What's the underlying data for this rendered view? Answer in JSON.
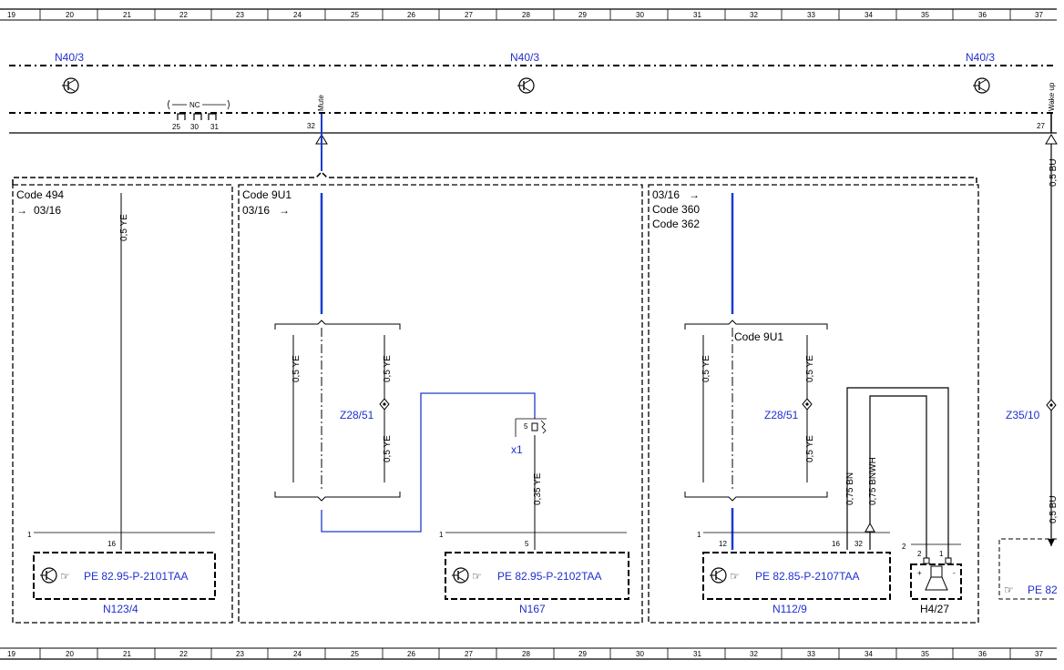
{
  "ruler": {
    "top": [
      "19",
      "20",
      "21",
      "22",
      "23",
      "24",
      "25",
      "26",
      "27",
      "28",
      "29",
      "30",
      "31",
      "32",
      "33",
      "34",
      "35",
      "36",
      "37"
    ],
    "bottom": [
      "19",
      "20",
      "21",
      "22",
      "23",
      "24",
      "25",
      "26",
      "27",
      "28",
      "29",
      "30",
      "31",
      "32",
      "33",
      "34",
      "35",
      "36",
      "37"
    ]
  },
  "module_label": "N40/3",
  "bus": {
    "nc_label": "NC",
    "nc_pins": [
      "25",
      "30",
      "31"
    ],
    "mute_pin": "32",
    "mute_label": "Mute",
    "wake_pin": "27",
    "wake_label": "Wake up"
  },
  "sections": {
    "left": {
      "code": "Code 494",
      "date": "03/16"
    },
    "mid": {
      "code": "Code 9U1",
      "date": "03/16"
    },
    "right": {
      "date": "03/16",
      "codes": [
        "Code 360",
        "Code 362"
      ]
    }
  },
  "wires": {
    "ye05": "0,5 YE",
    "ye035": "0,35 YE",
    "bn075": "0,75 BN",
    "bnwh075": "0,75 BNWH",
    "bu05": "0,5 BU"
  },
  "splices": {
    "z28": "Z28/51",
    "z35": "Z35/10"
  },
  "connector_x1": {
    "label": "x1",
    "pin": "5"
  },
  "right_bracket_code": "Code 9U1",
  "components": [
    {
      "id": "N123/4",
      "pin": "16",
      "ref": "PE 82.95-P-2101TAA",
      "num": "1"
    },
    {
      "id": "N167",
      "pin": "5",
      "ref": "PE 82.95-P-2102TAA",
      "num": "1"
    },
    {
      "id": "N112/9",
      "pins": [
        "12",
        "16",
        "32"
      ],
      "ref": "PE 82.85-P-2107TAA",
      "num": "1"
    }
  ],
  "speaker": {
    "id": "H4/27",
    "num": "2",
    "pins": [
      "2",
      "1"
    ],
    "plus": "+",
    "minus": "-"
  },
  "edge_ref": "PE 82",
  "colors": {
    "blue": "#1f2fd0",
    "wire_blue": "#1a3ccf"
  }
}
